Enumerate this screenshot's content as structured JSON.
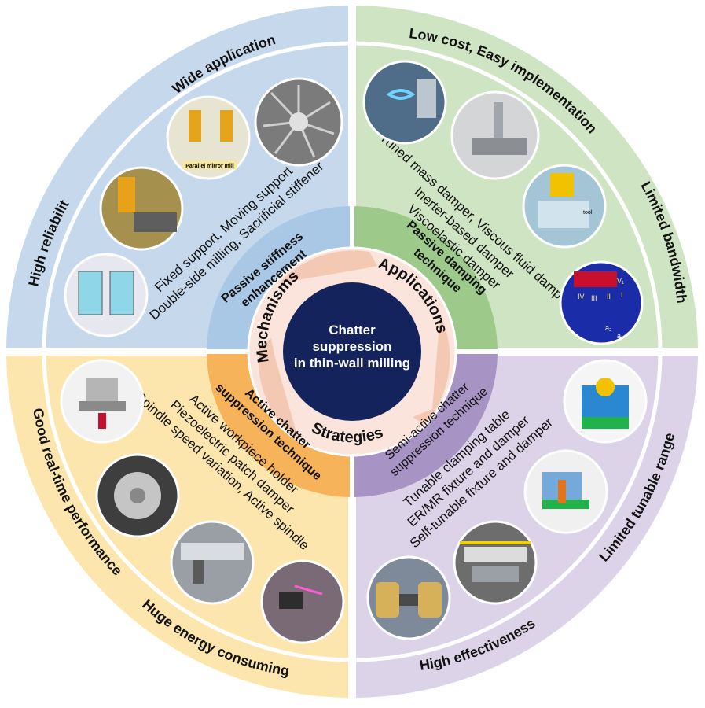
{
  "center": {
    "line1": "Chatter",
    "line2": "suppression",
    "line3": "in thin-wall milling"
  },
  "middle_ring": {
    "mechanisms": "Mechanisms",
    "applications": "Applications",
    "strategies": "Strategies"
  },
  "quadrants": {
    "top_left": {
      "color": "#bcd3ea",
      "rim_outer": "Wide application",
      "rim_side": "High reliability",
      "technique": [
        "Passive stiffness",
        "enhancement"
      ],
      "methods": [
        "Fixed support, Moving support",
        "Double-side milling, Sacrificial stiffener"
      ]
    },
    "top_right": {
      "color": "#cfe3c0",
      "rim_outer": "Low cost, Easy implementation",
      "rim_side": "Limited bandwidth",
      "technique": [
        "Passive damping",
        "technique"
      ],
      "methods": [
        "Tuned mass damper, Viscous fluid damper",
        "Inerter-based damper",
        "Viscoelastic damper"
      ]
    },
    "bottom_left": {
      "color": "#fbe3a8",
      "rim_outer": "Huge energy consuming",
      "rim_side": "Good real-time performance",
      "technique": [
        "Active chatter",
        "suppression technique"
      ],
      "methods": [
        "Active workpiece holder",
        "Piezoelectric patch damper",
        "Spindle speed variation, Active spindle"
      ]
    },
    "bottom_right": {
      "color": "#d9d0e6",
      "rim_outer": "High effectiveness",
      "rim_side": "Limited tunable range",
      "technique": [
        "Semi-active chatter",
        "suppression technique"
      ],
      "methods": [
        "Tunable clamping table",
        "ER/MR fixture and damper",
        "Self-tunable fixture and damper"
      ]
    }
  },
  "photo_labels": {
    "parallel_mirror": "Parallel mirror mill",
    "tool": "tool",
    "roman_iv": "IV",
    "roman_iii": "III",
    "roman_ii": "II",
    "roman_i": "I",
    "sub_a2": "a₂",
    "sub_a1": "a₁",
    "v1": "V₁"
  }
}
